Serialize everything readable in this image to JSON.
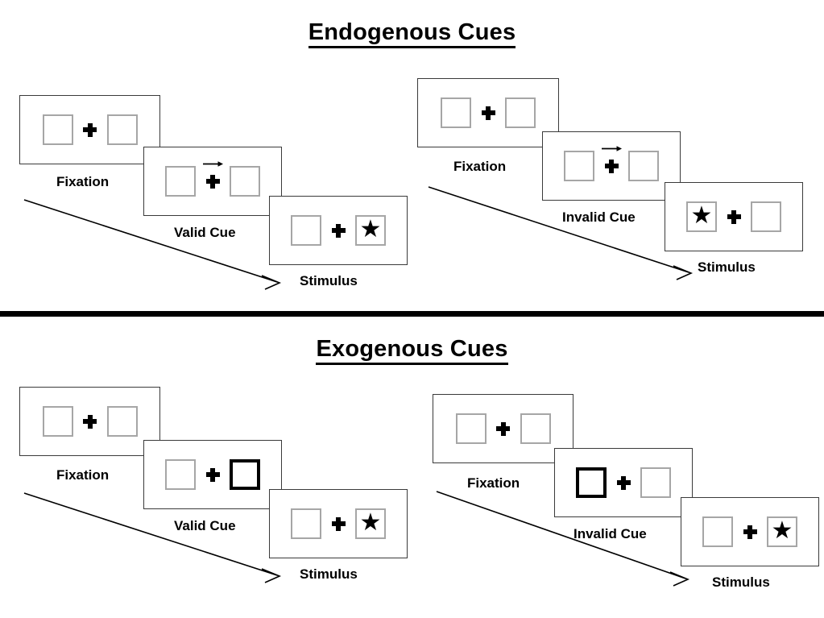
{
  "figure": {
    "sections": [
      {
        "title": "Endogenous Cues",
        "columns": [
          {
            "name": "endogenous-valid",
            "panels": [
              {
                "caption": "Fixation",
                "left_box": "empty",
                "right_box": "empty",
                "cue_arrow": false
              },
              {
                "caption": "Valid Cue",
                "left_box": "empty",
                "right_box": "empty",
                "cue_arrow": true
              },
              {
                "caption": "Stimulus",
                "left_box": "empty",
                "right_box": "star",
                "cue_arrow": false
              }
            ]
          },
          {
            "name": "endogenous-invalid",
            "panels": [
              {
                "caption": "Fixation",
                "left_box": "empty",
                "right_box": "empty",
                "cue_arrow": false
              },
              {
                "caption": "Invalid Cue",
                "left_box": "empty",
                "right_box": "empty",
                "cue_arrow": true
              },
              {
                "caption": "Stimulus",
                "left_box": "star",
                "right_box": "empty",
                "cue_arrow": false
              }
            ]
          }
        ]
      },
      {
        "title": "Exogenous Cues",
        "columns": [
          {
            "name": "exogenous-valid",
            "panels": [
              {
                "caption": "Fixation",
                "left_box": "empty",
                "right_box": "empty",
                "cue_arrow": false
              },
              {
                "caption": "Valid Cue",
                "left_box": "empty",
                "right_box": "cued",
                "cue_arrow": false
              },
              {
                "caption": "Stimulus",
                "left_box": "empty",
                "right_box": "star",
                "cue_arrow": false
              }
            ]
          },
          {
            "name": "exogenous-invalid",
            "panels": [
              {
                "caption": "Fixation",
                "left_box": "empty",
                "right_box": "empty",
                "cue_arrow": false
              },
              {
                "caption": "Invalid Cue",
                "left_box": "cued",
                "right_box": "empty",
                "cue_arrow": false
              },
              {
                "caption": "Stimulus",
                "left_box": "empty",
                "right_box": "star",
                "cue_arrow": false
              }
            ]
          }
        ]
      }
    ],
    "icons": {
      "star": "★",
      "fixation_cross": "plus-icon",
      "cue_arrow": "arrow-right-icon",
      "time_arrow": "time-flow-arrow-icon"
    },
    "colors": {
      "ink": "#000000",
      "panel_border": "#3a3a3a",
      "box_border": "#a6a6a6",
      "cued_box_border": "#000000",
      "background": "#ffffff"
    }
  }
}
